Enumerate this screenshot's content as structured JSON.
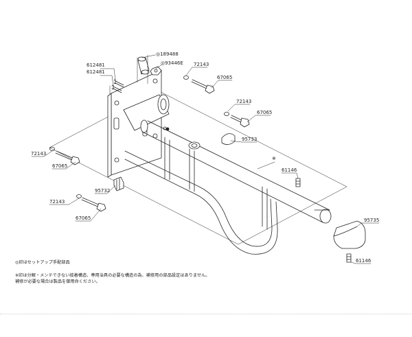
{
  "callouts": {
    "p189488": "◎189488",
    "p93446e": "◎93446E",
    "p612481_a": "612481",
    "p612481_b": "612481",
    "p72143_a": "72143",
    "p67065_a": "67065",
    "p72143_b": "72143",
    "p67065_b": "67065",
    "p95733": "95733",
    "p72143_c": "72143",
    "p67065_c": "67065",
    "p95732": "95732",
    "p72143_d": "72143",
    "p67065_d": "67065",
    "star": "※",
    "p61146_a": "61146",
    "p95735": "95735",
    "p61146_b": "61146"
  },
  "notes": {
    "line1": "◎印はセットアップ手配部品",
    "line2": "※印は分解・メンテできない接着構造、専用治具の必要な構造の為、補修用の部品設定はありません。",
    "line3": "補修が必要な場合は製品を御用命ください。"
  }
}
